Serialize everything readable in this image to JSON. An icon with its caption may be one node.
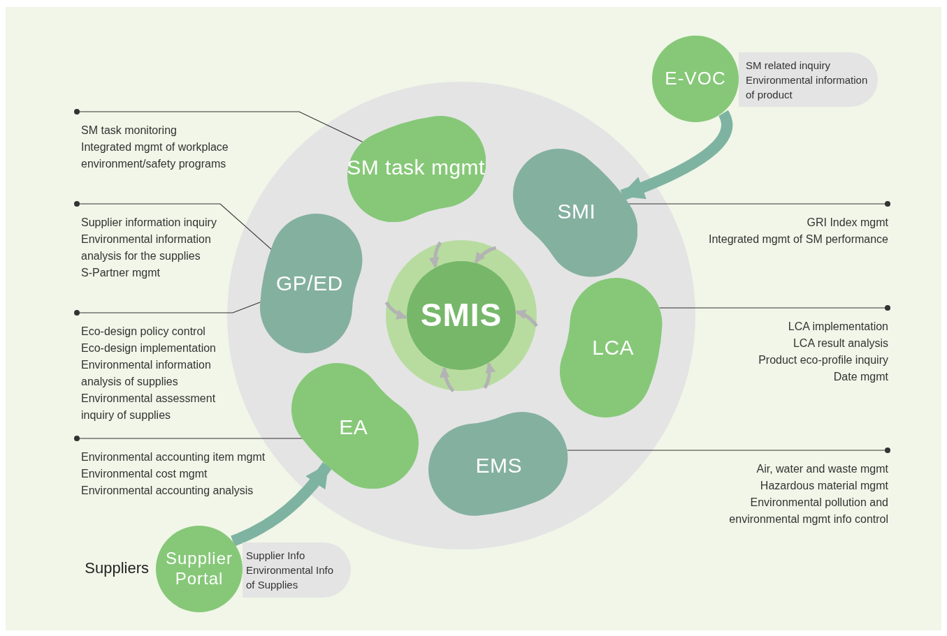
{
  "diagram": {
    "nodes": [
      {
        "text": [],
        "shape": "circle"
      },
      {
        "text": [
          "SMIS"
        ],
        "in": 0
      },
      {
        "text": [
          "SM task mgmt"
        ]
      },
      {
        "text": [
          "SMI"
        ]
      },
      {
        "text": [
          "LCA"
        ]
      },
      {
        "text": [
          "EMS"
        ]
      },
      {
        "text": [
          "EA"
        ]
      },
      {
        "text": [
          "GP/ED"
        ]
      },
      {
        "text": [
          "SM task monitoring",
          "Integrated mgmt of workplace environment/safety programs"
        ]
      },
      {
        "text": [
          "Supplier information inquiry",
          "Environmental information analysis for the supplies",
          "S-Partner mgmt"
        ]
      },
      {
        "text": [
          "Eco-design policy control",
          "Eco-design implementation",
          "Environmental information analysis of supplies",
          "Environmental assessment inquiry of supplies"
        ]
      },
      {
        "text": [
          "Environmental accounting item mgmt",
          "Environmental cost mgmt",
          "Environmental accounting analysis"
        ]
      },
      {
        "text": [
          "GRI Index mgmt",
          "Integrated mgmt of SM performance"
        ]
      },
      {
        "text": [
          "LCA implementation",
          "LCA result analysis",
          "Product eco-profile inquiry",
          "Date mgmt"
        ]
      },
      {
        "text": [
          "Air, water and waste mgmt",
          "Hazardous material mgmt",
          "Environmental pollution and environmental mgmt info control"
        ]
      },
      {
        "text": [
          "E-VOC"
        ]
      },
      {
        "text": [
          "SM related inquiry",
          "Environmental information of product"
        ]
      },
      {
        "text": [
          "Supplier Portal"
        ],
        "beside": [
          "Suppliers"
        ]
      },
      {
        "text": [
          "Supplier Info",
          "Environmental Info of Supplies"
        ]
      }
    ],
    "edges": [
      {
        "from": 8,
        "to": 2,
        "arrow": "other"
      },
      {
        "from": 9,
        "to": 7,
        "arrow": "other"
      },
      {
        "from": 10,
        "to": 7,
        "arrow": "other"
      },
      {
        "from": 11,
        "to": 6,
        "arrow": "other"
      },
      {
        "from": 12,
        "to": 3,
        "arrow": "other"
      },
      {
        "from": 13,
        "to": 4,
        "arrow": "other"
      },
      {
        "from": 14,
        "to": 5,
        "arrow": "other"
      },
      {
        "from": 15,
        "to": 3,
        "arrow": "to",
        "style": "thick",
        "color": "#7fb3a1"
      },
      {
        "from": 17,
        "to": 6,
        "arrow": "to",
        "style": "thick",
        "color": "#7fb3a1"
      },
      {
        "from": 0,
        "to": 1,
        "arrow": "to",
        "color": "#b3b3b3"
      },
      {
        "from": 0,
        "to": 1,
        "arrow": "to",
        "color": "#b3b3b3"
      },
      {
        "from": 0,
        "to": 1,
        "arrow": "to",
        "color": "#b3b3b3"
      },
      {
        "from": 0,
        "to": 1,
        "arrow": "to",
        "color": "#b3b3b3"
      },
      {
        "from": 0,
        "to": 1,
        "arrow": "to",
        "color": "#b3b3b3"
      },
      {
        "from": 0,
        "to": 1,
        "arrow": "to",
        "color": "#b3b3b3"
      }
    ]
  }
}
